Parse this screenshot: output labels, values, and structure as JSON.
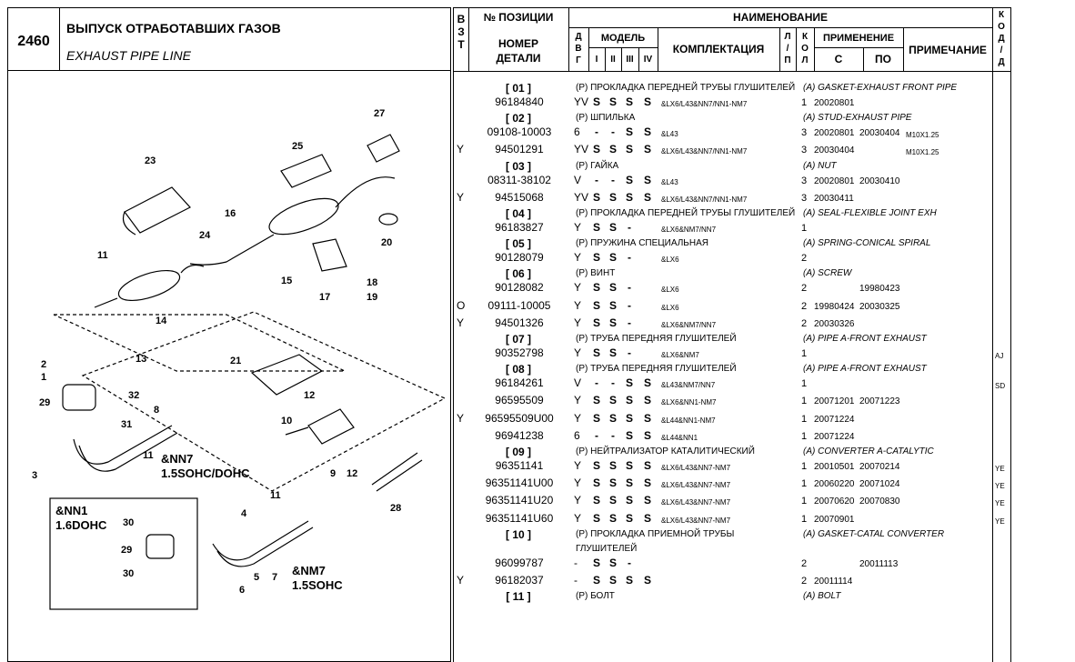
{
  "section": {
    "number": "2460",
    "title_ru": "ВЫПУСК ОТРАБОТАВШИХ ГАЗОВ",
    "title_en": "EXHAUST PIPE LINE"
  },
  "table_headers": {
    "vzt": "В\nЗ\nТ",
    "position_no": "№ ПОЗИЦИИ",
    "part_number": "НОМЕР\nДЕТАЛИ",
    "dvg": "Д\nВ\nГ",
    "model": "МОДЕЛЬ",
    "model_cols": [
      "I",
      "II",
      "III",
      "IV"
    ],
    "naimenovanie": "НАИМЕНОВАНИЕ",
    "komplektatsiya": "КОМПЛЕКТАЦИЯ",
    "lp": "Л\n/\nП",
    "kol": "К\nО\nЛ",
    "primenenie": "ПРИМЕНЕНИЕ",
    "s": "С",
    "po": "ПО",
    "primechanie": "ПРИМЕЧАНИЕ",
    "kod": "К\nО\nД\n/\nД"
  },
  "diagram": {
    "labels": [
      "27",
      "25",
      "23",
      "16",
      "24",
      "20",
      "11",
      "15",
      "17",
      "18",
      "19",
      "14",
      "13",
      "2",
      "1",
      "21",
      "29",
      "32",
      "12",
      "8",
      "31",
      "10",
      "3",
      "11",
      "9",
      "12",
      "28",
      "11",
      "4",
      "30",
      "29",
      "30",
      "5",
      "6",
      "7"
    ],
    "callouts": [
      {
        "line1": "&NN7",
        "line2": "1.5SOHC/DOHC"
      },
      {
        "line1": "&NN1",
        "line2": "1.6DOHC"
      },
      {
        "line1": "&NM7",
        "line2": "1.5SOHC"
      }
    ]
  },
  "rows": [
    {
      "type": "pos",
      "pos": "[ 01 ]",
      "ru": "(P) ПРОКЛАДКА ПЕРЕДНЕЙ ТРУБЫ ГЛУШИТЕЛЕЙ",
      "en": "(A) GASKET-EXHAUST FRONT PIPE"
    },
    {
      "type": "part",
      "v": "",
      "pn": "96184840",
      "dvg": "YV",
      "m": [
        "S",
        "S",
        "S",
        "S"
      ],
      "komp": "&LX6/L43&NN7/NN1-NM7",
      "kol": "1",
      "from": "20020801",
      "to": "",
      "note": "",
      "kod": ""
    },
    {
      "type": "pos",
      "pos": "[ 02 ]",
      "ru": "(P) ШПИЛЬКА",
      "en": "(A) STUD-EXHAUST PIPE"
    },
    {
      "type": "part",
      "v": "",
      "pn": "09108-10003",
      "dvg": "6",
      "m": [
        "-",
        "-",
        "S",
        "S"
      ],
      "komp": "&L43",
      "kol": "3",
      "from": "20020801",
      "to": "20030404",
      "note": "M10X1.25",
      "kod": ""
    },
    {
      "type": "part",
      "v": "Y",
      "pn": "94501291",
      "dvg": "YV",
      "m": [
        "S",
        "S",
        "S",
        "S"
      ],
      "komp": "&LX6/L43&NN7/NN1-NM7",
      "kol": "3",
      "from": "20030404",
      "to": "",
      "note": "M10X1.25",
      "kod": ""
    },
    {
      "type": "pos",
      "pos": "[ 03 ]",
      "ru": "(P) ГАЙКА",
      "en": "(A) NUT"
    },
    {
      "type": "part",
      "v": "",
      "pn": "08311-38102",
      "dvg": "V",
      "m": [
        "-",
        "-",
        "S",
        "S"
      ],
      "komp": "&L43",
      "kol": "3",
      "from": "20020801",
      "to": "20030410",
      "note": "",
      "kod": ""
    },
    {
      "type": "part",
      "v": "Y",
      "pn": "94515068",
      "dvg": "YV",
      "m": [
        "S",
        "S",
        "S",
        "S"
      ],
      "komp": "&LX6/L43&NN7/NN1-NM7",
      "kol": "3",
      "from": "20030411",
      "to": "",
      "note": "",
      "kod": ""
    },
    {
      "type": "pos",
      "pos": "[ 04 ]",
      "ru": "(P) ПРОКЛАДКА ПЕРЕДНЕЙ ТРУБЫ ГЛУШИТЕЛЕЙ",
      "en": "(A) SEAL-FLEXIBLE JOINT EXH"
    },
    {
      "type": "part",
      "v": "",
      "pn": "96183827",
      "dvg": "Y",
      "m": [
        "S",
        "S",
        "-",
        ""
      ],
      "komp": "&LX6&NM7/NN7",
      "kol": "1",
      "from": "",
      "to": "",
      "note": "",
      "kod": ""
    },
    {
      "type": "pos",
      "pos": "[ 05 ]",
      "ru": "(P) ПРУЖИНА СПЕЦИАЛЬНАЯ",
      "en": "(A) SPRING-CONICAL SPIRAL"
    },
    {
      "type": "part",
      "v": "",
      "pn": "90128079",
      "dvg": "Y",
      "m": [
        "S",
        "S",
        "-",
        ""
      ],
      "komp": "&LX6",
      "kol": "2",
      "from": "",
      "to": "",
      "note": "",
      "kod": ""
    },
    {
      "type": "pos",
      "pos": "[ 06 ]",
      "ru": "(P) ВИНТ",
      "en": "(A) SCREW"
    },
    {
      "type": "part",
      "v": "",
      "pn": "90128082",
      "dvg": "Y",
      "m": [
        "S",
        "S",
        "-",
        ""
      ],
      "komp": "&LX6",
      "kol": "2",
      "from": "",
      "to": "19980423",
      "note": "",
      "kod": ""
    },
    {
      "type": "part",
      "v": "O",
      "pn": "09111-10005",
      "dvg": "Y",
      "m": [
        "S",
        "S",
        "-",
        ""
      ],
      "komp": "&LX6",
      "kol": "2",
      "from": "19980424",
      "to": "20030325",
      "note": "",
      "kod": ""
    },
    {
      "type": "part",
      "v": "Y",
      "pn": "94501326",
      "dvg": "Y",
      "m": [
        "S",
        "S",
        "-",
        ""
      ],
      "komp": "&LX6&NM7/NN7",
      "kol": "2",
      "from": "20030326",
      "to": "",
      "note": "",
      "kod": ""
    },
    {
      "type": "pos",
      "pos": "[ 07 ]",
      "ru": "(P) ТРУБА ПЕРЕДНЯЯ ГЛУШИТЕЛЕЙ",
      "en": "(A) PIPE A-FRONT EXHAUST"
    },
    {
      "type": "part",
      "v": "",
      "pn": "90352798",
      "dvg": "Y",
      "m": [
        "S",
        "S",
        "-",
        ""
      ],
      "komp": "&LX6&NM7",
      "kol": "1",
      "from": "",
      "to": "",
      "note": "",
      "kod": "AJ"
    },
    {
      "type": "pos",
      "pos": "[ 08 ]",
      "ru": "(P) ТРУБА ПЕРЕДНЯЯ ГЛУШИТЕЛЕЙ",
      "en": "(A) PIPE A-FRONT EXHAUST"
    },
    {
      "type": "part",
      "v": "",
      "pn": "96184261",
      "dvg": "V",
      "m": [
        "-",
        "-",
        "S",
        "S"
      ],
      "komp": "&L43&NM7/NN7",
      "kol": "1",
      "from": "",
      "to": "",
      "note": "",
      "kod": "SD"
    },
    {
      "type": "part",
      "v": "",
      "pn": "96595509",
      "dvg": "Y",
      "m": [
        "S",
        "S",
        "S",
        "S"
      ],
      "komp": "&LX6&NN1-NM7",
      "kol": "1",
      "from": "20071201",
      "to": "20071223",
      "note": "",
      "kod": ""
    },
    {
      "type": "part",
      "v": "Y",
      "pn": "96595509U00",
      "dvg": "Y",
      "m": [
        "S",
        "S",
        "S",
        "S"
      ],
      "komp": "&L44&NN1-NM7",
      "kol": "1",
      "from": "20071224",
      "to": "",
      "note": "",
      "kod": ""
    },
    {
      "type": "part",
      "v": "",
      "pn": "96941238",
      "dvg": "6",
      "m": [
        "-",
        "-",
        "S",
        "S"
      ],
      "komp": "&L44&NN1",
      "kol": "1",
      "from": "20071224",
      "to": "",
      "note": "",
      "kod": ""
    },
    {
      "type": "pos",
      "pos": "[ 09 ]",
      "ru": "(P) НЕЙТРАЛИЗАТОР КАТАЛИТИЧЕСКИЙ",
      "en": "(A) CONVERTER A-CATALYTIC"
    },
    {
      "type": "part",
      "v": "",
      "pn": "96351141",
      "dvg": "Y",
      "m": [
        "S",
        "S",
        "S",
        "S"
      ],
      "komp": "&LX6/L43&NN7-NM7",
      "kol": "1",
      "from": "20010501",
      "to": "20070214",
      "note": "",
      "kod": "YE"
    },
    {
      "type": "part",
      "v": "",
      "pn": "96351141U00",
      "dvg": "Y",
      "m": [
        "S",
        "S",
        "S",
        "S"
      ],
      "komp": "&LX6/L43&NN7-NM7",
      "kol": "1",
      "from": "20060220",
      "to": "20071024",
      "note": "",
      "kod": "YE"
    },
    {
      "type": "part",
      "v": "",
      "pn": "96351141U20",
      "dvg": "Y",
      "m": [
        "S",
        "S",
        "S",
        "S"
      ],
      "komp": "&LX6/L43&NN7-NM7",
      "kol": "1",
      "from": "20070620",
      "to": "20070830",
      "note": "",
      "kod": "YE"
    },
    {
      "type": "part",
      "v": "",
      "pn": "96351141U60",
      "dvg": "Y",
      "m": [
        "S",
        "S",
        "S",
        "S"
      ],
      "komp": "&LX6/L43&NN7-NM7",
      "kol": "1",
      "from": "20070901",
      "to": "",
      "note": "",
      "kod": "YE"
    },
    {
      "type": "pos",
      "pos": "[ 10 ]",
      "ru": "(P) ПРОКЛАДКА ПРИЕМНОЙ ТРУБЫ",
      "ru2": "ГЛУШИТЕЛЕЙ",
      "en": "(A) GASKET-CATAL CONVERTER"
    },
    {
      "type": "part",
      "v": "",
      "pn": "96099787",
      "dvg": "-",
      "m": [
        "S",
        "S",
        "-",
        ""
      ],
      "komp": "",
      "kol": "2",
      "from": "",
      "to": "20011113",
      "note": "",
      "kod": ""
    },
    {
      "type": "part",
      "v": "Y",
      "pn": "96182037",
      "dvg": "-",
      "m": [
        "S",
        "S",
        "S",
        "S"
      ],
      "komp": "",
      "kol": "2",
      "from": "20011114",
      "to": "",
      "note": "",
      "kod": ""
    },
    {
      "type": "pos",
      "pos": "[ 11 ]",
      "ru": "(P) БОЛТ",
      "en": "(A) BOLT"
    }
  ]
}
